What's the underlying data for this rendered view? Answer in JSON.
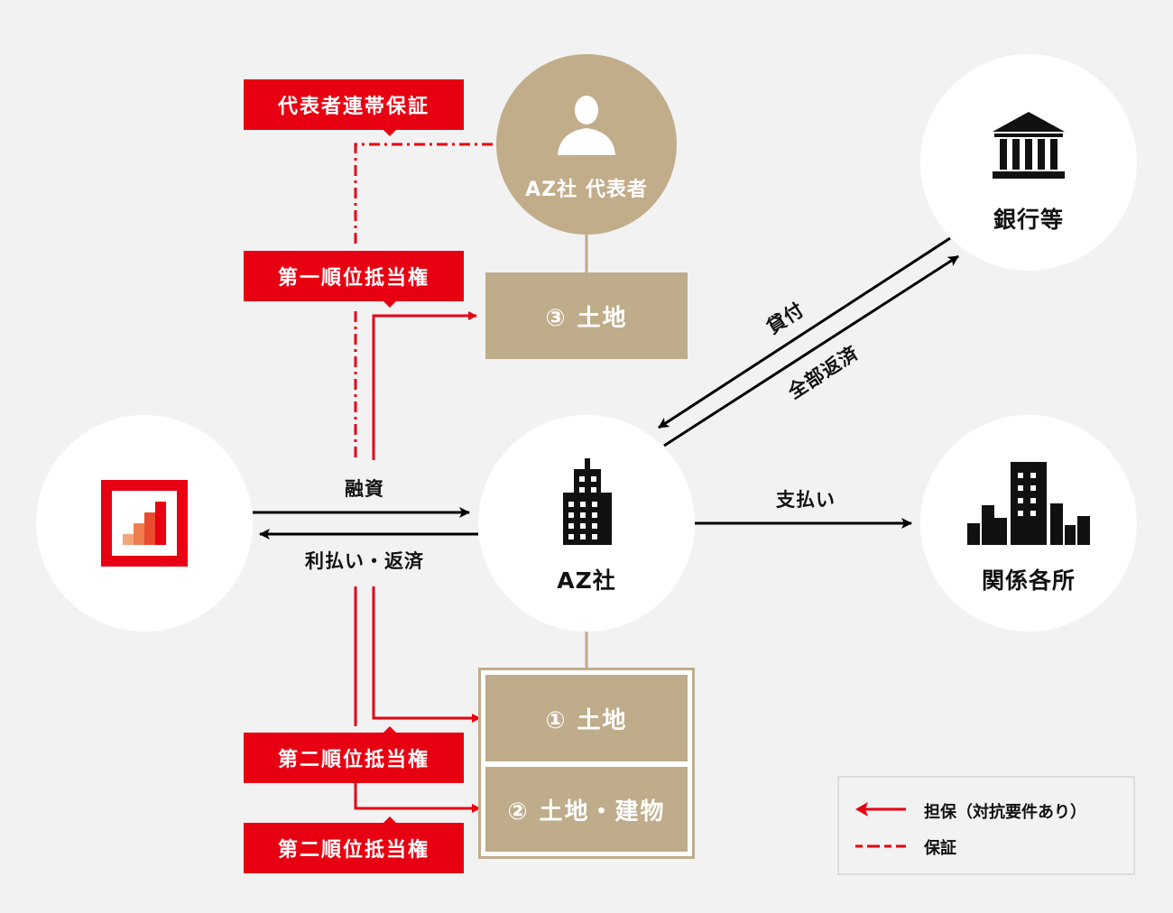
{
  "nodes": {
    "representative": "AZ社 代表者",
    "bank": "銀行等",
    "company": "AZ社",
    "related": "関係各所"
  },
  "labels": {
    "guarantee": "代表者連帯保証",
    "first_mortgage": "第一順位抵当権",
    "second_mortgage_1": "第二順位抵当権",
    "second_mortgage_2": "第二順位抵当権"
  },
  "assets": {
    "land3": "③ 土地",
    "land1": "① 土地",
    "land_building2": "② 土地・建物"
  },
  "flows": {
    "financing": "融資",
    "interest_repay": "利払い・返済",
    "payment": "支払い",
    "loan": "貸付",
    "full_repay": "全部返済"
  },
  "legend": {
    "collateral": "担保（対抗要件あり）",
    "guarantee": "保証"
  },
  "colors": {
    "red": "#e60012",
    "tan": "#bfac8b",
    "bg": "#f2f2f2"
  }
}
